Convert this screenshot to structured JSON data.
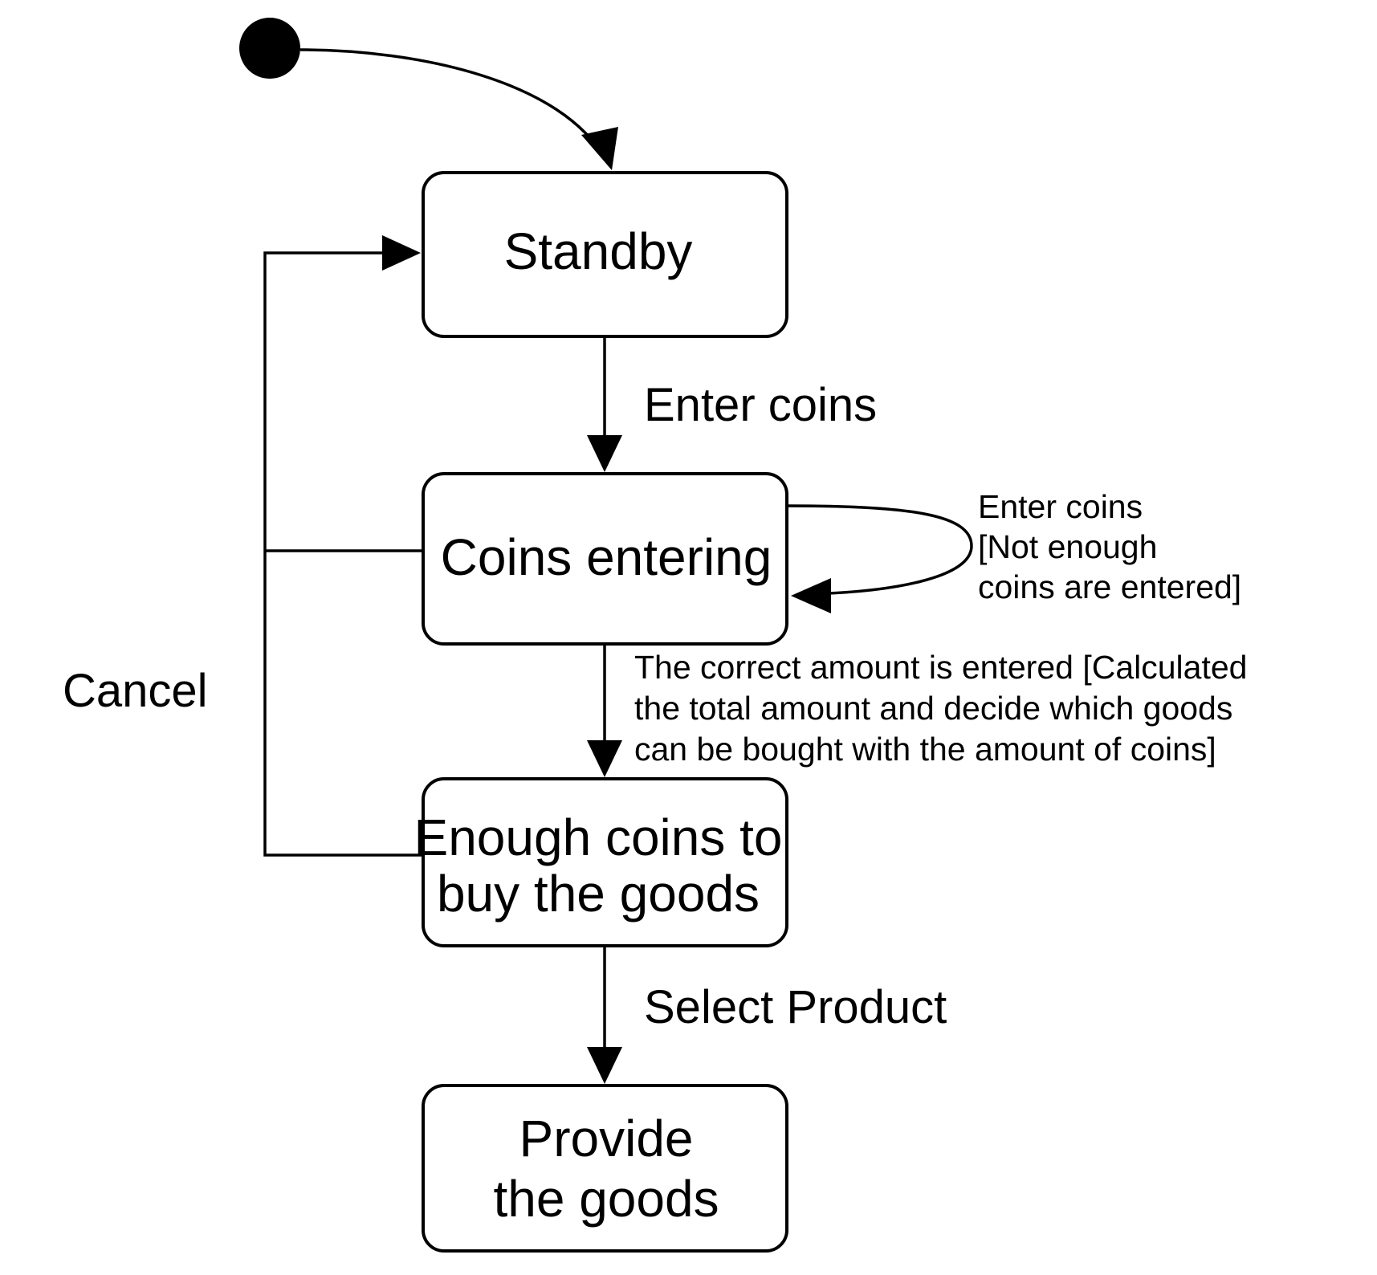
{
  "states": {
    "standby": "Standby",
    "coins_entering": "Coins entering",
    "enough_coins": [
      "Enough coins to",
      "buy the goods"
    ],
    "provide_goods": [
      "Provide",
      "the goods"
    ]
  },
  "transitions": {
    "enter_coins": "Enter coins",
    "self_loop": [
      "Enter coins",
      "[Not enough",
      "coins are entered]"
    ],
    "correct_amount": [
      "The correct amount is entered [Calculated",
      "the total amount and decide which goods",
      "can be bought with the amount of coins]"
    ],
    "select_product": "Select Product",
    "cancel": "Cancel"
  }
}
